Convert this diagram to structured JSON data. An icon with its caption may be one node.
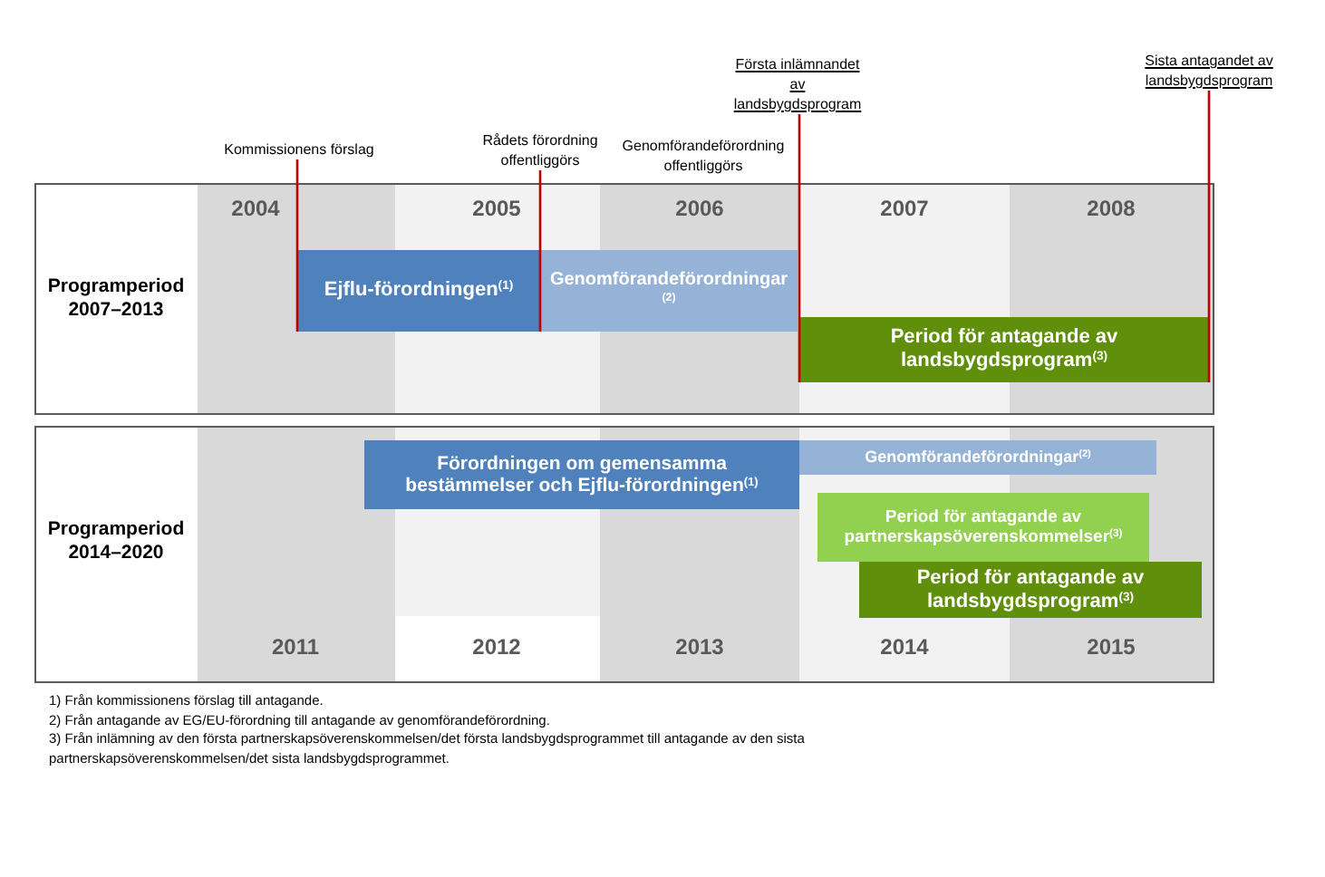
{
  "diagram": {
    "nodes": [
      {
        "text": [
          "Kommissionens förslag"
        ]
      },
      {
        "text": [
          "Rådets förordning offentliggörs"
        ]
      },
      {
        "text": [
          "Första inlämnandet av landsbygdsprogram"
        ]
      },
      {
        "text": [
          "Sista antagandet av landsbygdsprogram"
        ]
      },
      {
        "text": [
          "Programperiod 2007–2013"
        ]
      },
      {
        "text": [
          "Ejflu-förordningen$^{(1)}$"
        ],
        "in": 4
      },
      {
        "text": [
          "Genomförandeförordningar$^{(2)}$"
        ],
        "in": 4
      },
      {
        "text": [
          "Period för antagande av landsbygdsprogram$^{(3)}$"
        ],
        "in": 4
      },
      {
        "text": [
          "Programperiod 2014–2020"
        ]
      },
      {
        "text": [
          "Förordningen om gemensamma bestämmelser och Ejflu-förordningen$^{(1)}$"
        ],
        "in": 8
      },
      {
        "text": [
          "Genomförandeförordningar$^{(2)}$"
        ],
        "in": 8
      },
      {
        "text": [
          "Period för antagande av partnerskapsöverenskommelser$^{(3)}$"
        ],
        "in": 8
      },
      {
        "text": [
          "Period för antagande av landsbygdsprogram$^{(3)}$"
        ],
        "in": 8
      }
    ],
    "edges": [
      {
        "from": 0,
        "to": 5,
        "arrow": "none"
      },
      {
        "from": 1,
        "to": 5,
        "arrow": "none"
      },
      {
        "from": 2,
        "to": 7,
        "arrow": "none"
      },
      {
        "from": 3,
        "to": 7,
        "arrow": "none"
      }
    ],
    "labels": [
      "Genomförandeförordning offentliggörs",
      "2004",
      "2005",
      "2006",
      "2007",
      "2008",
      "2011",
      "2012",
      "2013",
      "2014",
      "2015",
      "1) Från kommissionens förslag till antagande.",
      "2) Från antagande av EG/EU-förordning till antagande av genomförandeförordning.",
      "3) Från inlämning av den första partnerskapsöverenskommelsen/det första landsbygdsprogrammet till antagande av den sista partnerskapsöverenskommelsen/det sista landsbygdsprogrammet."
    ]
  }
}
